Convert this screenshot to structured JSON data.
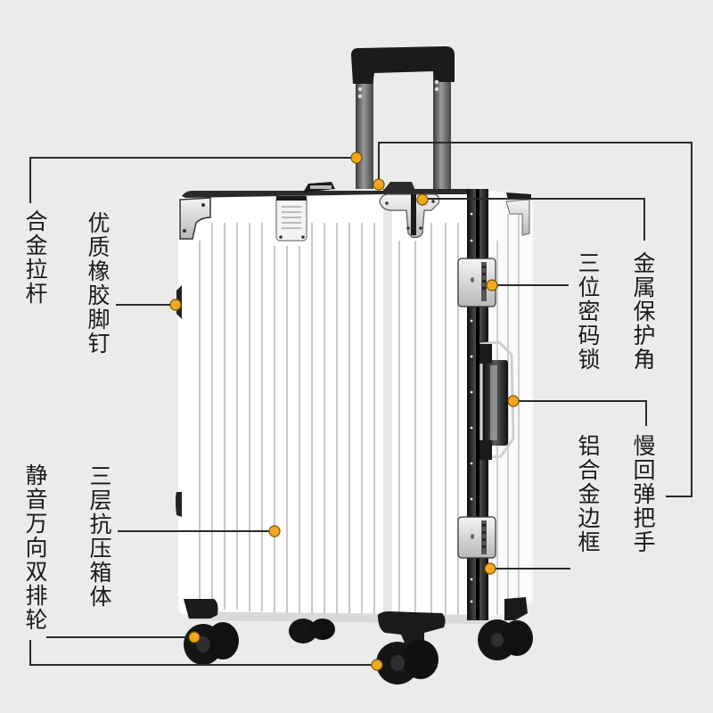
{
  "product": "luggage-suitcase",
  "colors": {
    "background": "#ebebeb",
    "shell": "#ffffff",
    "frame": "#1c1c1c",
    "callout_line": "#2a2a2a",
    "callout_dot": "#f2a81d",
    "label_text": "#1a1a1a"
  },
  "callouts": [
    {
      "id": "alloy-handle",
      "label": "合金拉杆",
      "side": "left"
    },
    {
      "id": "rubber-feet",
      "label": "优质橡胶脚钉",
      "side": "left"
    },
    {
      "id": "silent-wheels",
      "label": "静音万向双排轮",
      "side": "left"
    },
    {
      "id": "shell",
      "label": "三层抗压箱体",
      "side": "left"
    },
    {
      "id": "lock",
      "label": "三位密码锁",
      "side": "right"
    },
    {
      "id": "corners",
      "label": "金属保护角",
      "side": "right"
    },
    {
      "id": "frame",
      "label": "铝合金边框",
      "side": "right"
    },
    {
      "id": "side-handle",
      "label": "慢回弹把手",
      "side": "right"
    }
  ]
}
